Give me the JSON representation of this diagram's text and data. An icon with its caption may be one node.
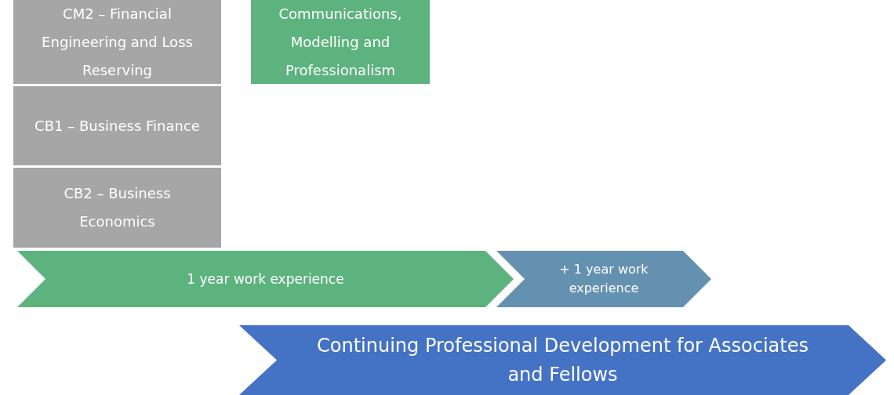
{
  "diagram": {
    "nodes": [
      {
        "text": [
          "CM2 – Financial Engineering and Loss Reserving"
        ]
      },
      {
        "text": [
          "Communications, Modelling and Professionalism"
        ]
      },
      {
        "text": [
          "CB1 – Business Finance"
        ]
      },
      {
        "text": [
          "CB2 – Business Economics"
        ]
      },
      {
        "text": [
          "1 year work experience"
        ]
      },
      {
        "text": [
          "+ 1 year work experience"
        ]
      },
      {
        "text": [
          "Continuing Professional Development for Associates and Fellows"
        ]
      }
    ]
  }
}
